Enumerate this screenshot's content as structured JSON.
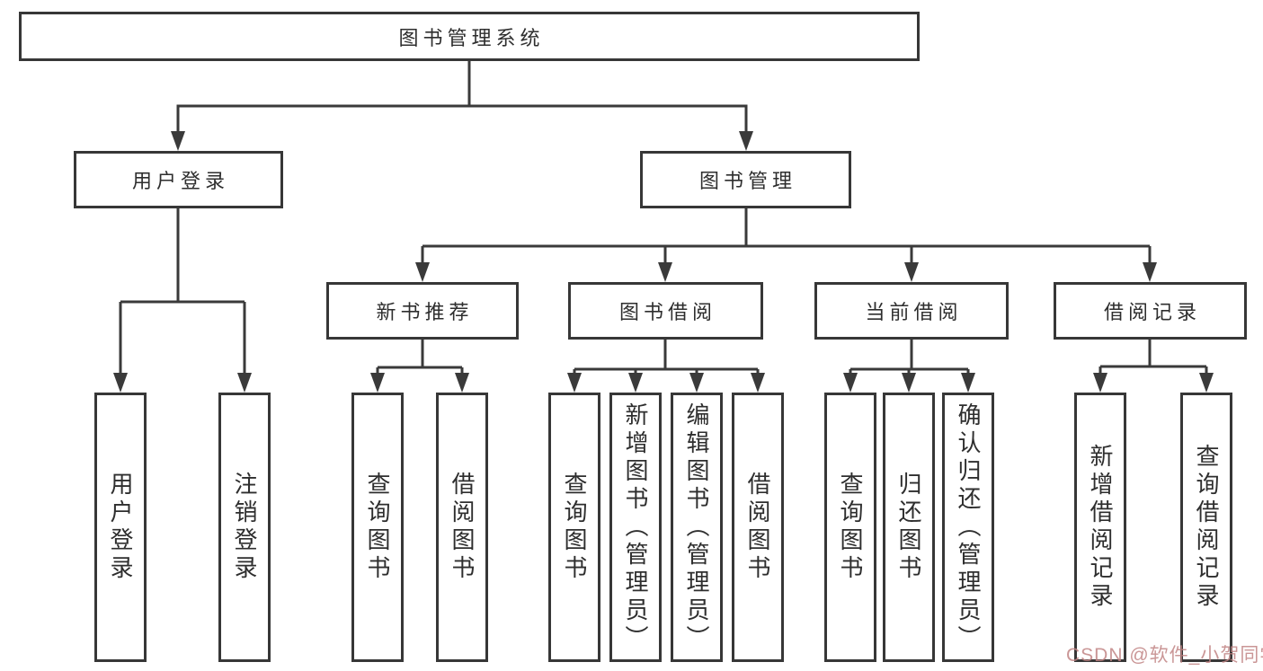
{
  "diagram": {
    "root": {
      "label": "图书管理系统"
    },
    "branches": [
      {
        "label": "用户登录",
        "children": [
          {
            "label": "用户登录"
          },
          {
            "label": "注销登录"
          }
        ]
      },
      {
        "label": "图书管理",
        "children": [
          {
            "label": "新书推荐",
            "children": [
              {
                "label": "查询图书"
              },
              {
                "label": "借阅图书"
              }
            ]
          },
          {
            "label": "图书借阅",
            "children": [
              {
                "label": "查询图书"
              },
              {
                "label": "新增图书（管理员）"
              },
              {
                "label": "编辑图书（管理员）"
              },
              {
                "label": "借阅图书"
              }
            ]
          },
          {
            "label": "当前借阅",
            "children": [
              {
                "label": "查询图书"
              },
              {
                "label": "归还图书"
              },
              {
                "label": "确认归还（管理员）"
              }
            ]
          },
          {
            "label": "借阅记录",
            "children": [
              {
                "label": "新增借阅记录"
              },
              {
                "label": "查询借阅记录"
              }
            ]
          }
        ]
      }
    ]
  },
  "watermark": {
    "text": "CSDN @软件_小贺同学"
  },
  "colors": {
    "line": "#3a3a3a",
    "box_border": "#373737",
    "text": "#2e2e2e",
    "background": "#ffffff",
    "watermark": "#c18484"
  }
}
